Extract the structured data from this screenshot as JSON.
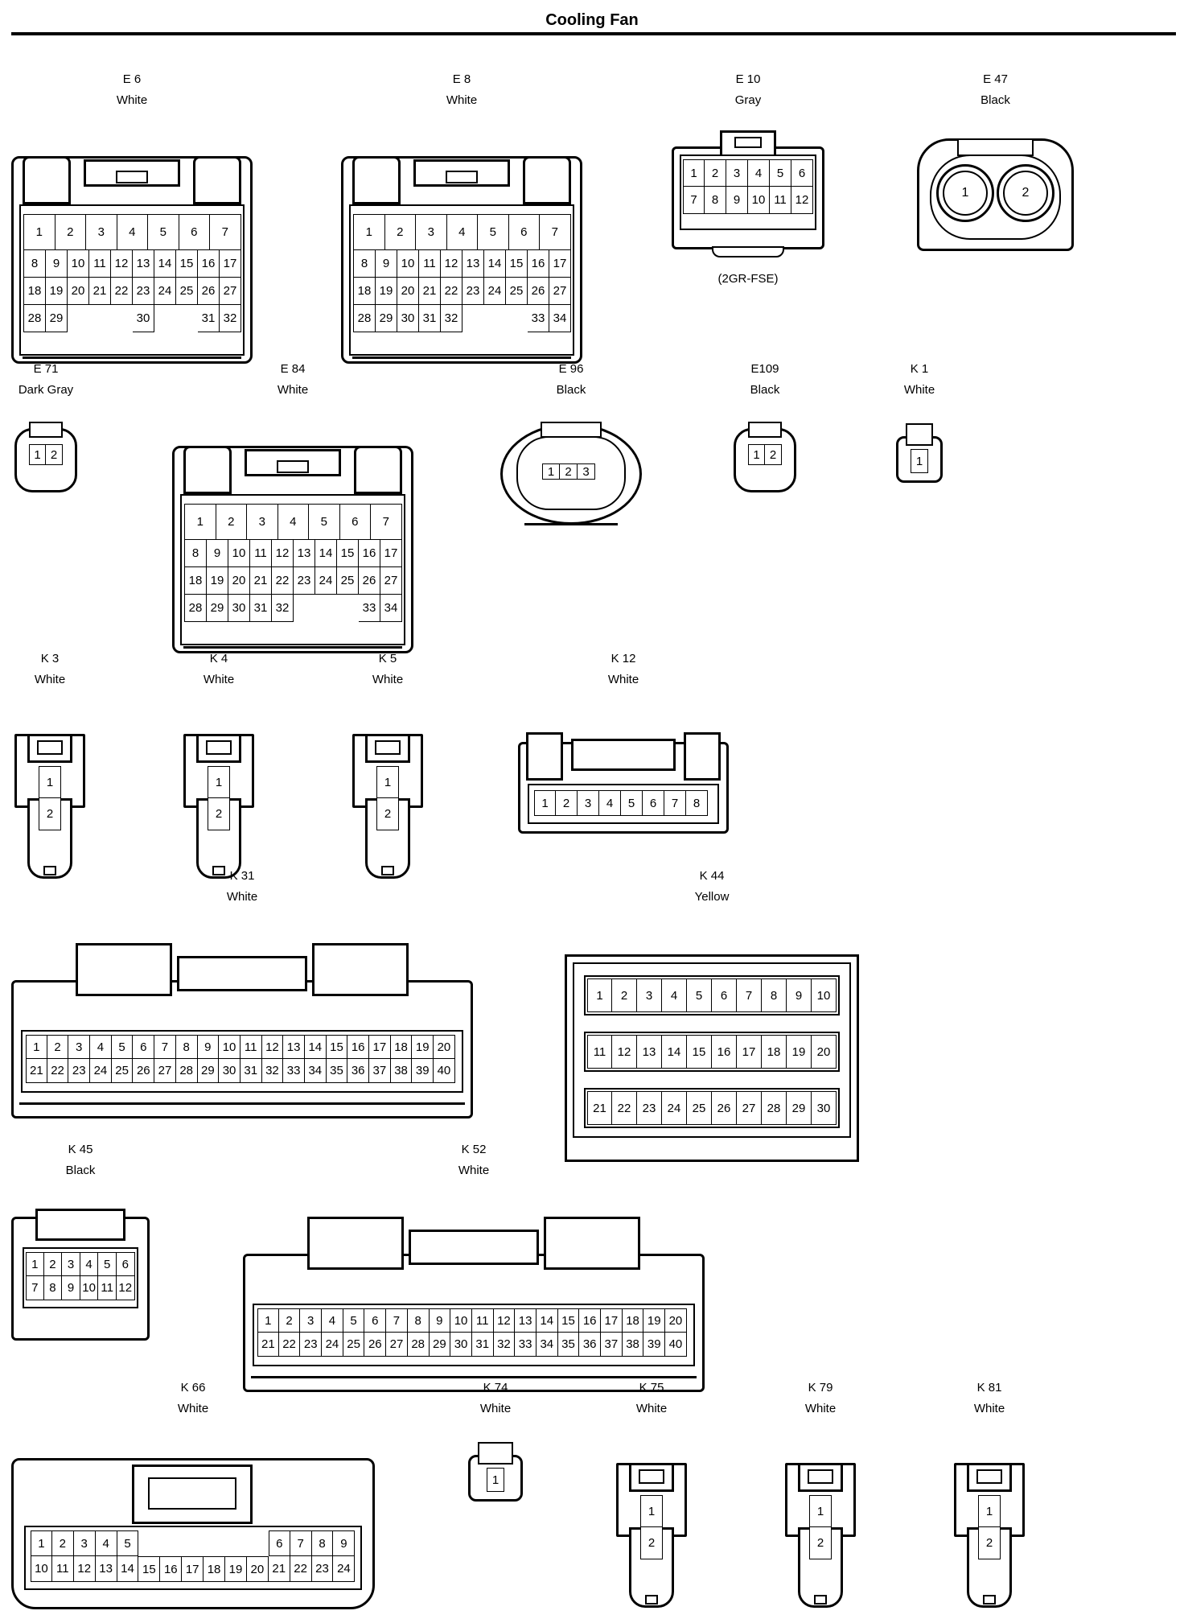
{
  "title": "Cooling Fan",
  "connectors": [
    {
      "key": "e6",
      "id": "E 6",
      "color": "White",
      "pins": "1,2,3,4,5,6,7|8,9,10,11,12,13,14,15,16,17|18,19,20,21,22,23,24,25,26,27|28,29,_,_,_,30,_,_,31,32"
    },
    {
      "key": "e8",
      "id": "E 8",
      "color": "White",
      "pins": "1,2,3,4,5,6,7|8,9,10,11,12,13,14,15,16,17|18,19,20,21,22,23,24,25,26,27|28,29,30,31,32,_,_,_,33,34"
    },
    {
      "key": "e10",
      "id": "E 10",
      "color": "Gray",
      "note": "(2GR-FSE)",
      "pins": "1,2,3,4,5,6|7,8,9,10,11,12"
    },
    {
      "key": "e47",
      "id": "E 47",
      "color": "Black",
      "pins": "1,2"
    },
    {
      "key": "e71",
      "id": "E 71",
      "color": "Dark Gray",
      "pins": "1,2"
    },
    {
      "key": "e84",
      "id": "E 84",
      "color": "White",
      "pins": "1,2,3,4,5,6,7|8,9,10,11,12,13,14,15,16,17|18,19,20,21,22,23,24,25,26,27|28,29,30,31,32,_,_,_,33,34"
    },
    {
      "key": "e96",
      "id": "E 96",
      "color": "Black",
      "pins": "1,2,3"
    },
    {
      "key": "e109",
      "id": "E109",
      "color": "Black",
      "pins": "1,2"
    },
    {
      "key": "k1",
      "id": "K 1",
      "color": "White",
      "pins": "1"
    },
    {
      "key": "k3",
      "id": "K 3",
      "color": "White",
      "pins": "1|2"
    },
    {
      "key": "k4",
      "id": "K 4",
      "color": "White",
      "pins": "1|2"
    },
    {
      "key": "k5",
      "id": "K 5",
      "color": "White",
      "pins": "1|2"
    },
    {
      "key": "k12",
      "id": "K 12",
      "color": "White",
      "pins": "1,2,3,4,5,6,7,8"
    },
    {
      "key": "k31",
      "id": "K 31",
      "color": "White",
      "pins": "1,2,3,4,5,6,7,8,9,10,11,12,13,14,15,16,17,18,19,20|21,22,23,24,25,26,27,28,29,30,31,32,33,34,35,36,37,38,39,40"
    },
    {
      "key": "k44",
      "id": "K 44",
      "color": "Yellow",
      "pins": "1,2,3,4,5,6,7,8,9,10|11,12,13,14,15,16,17,18,19,20|21,22,23,24,25,26,27,28,29,30"
    },
    {
      "key": "k45",
      "id": "K 45",
      "color": "Black",
      "pins": "1,2,3,4,5,6|7,8,9,10,11,12"
    },
    {
      "key": "k52",
      "id": "K 52",
      "color": "White",
      "pins": "1,2,3,4,5,6,7,8,9,10,11,12,13,14,15,16,17,18,19,20|21,22,23,24,25,26,27,28,29,30,31,32,33,34,35,36,37,38,39,40"
    },
    {
      "key": "k66",
      "id": "K 66",
      "color": "White",
      "pins": "1,2,3,4,5,_,_,_,_,_,_,6,7,8,9|10,11,12,13,14,15,16,17,18,19,20,21,22,23,24"
    },
    {
      "key": "k74",
      "id": "K 74",
      "color": "White",
      "pins": "1"
    },
    {
      "key": "k75",
      "id": "K 75",
      "color": "White",
      "pins": "1|2"
    },
    {
      "key": "k79",
      "id": "K 79",
      "color": "White",
      "pins": "1|2"
    },
    {
      "key": "k81",
      "id": "K 81",
      "color": "White",
      "pins": "1|2"
    }
  ]
}
